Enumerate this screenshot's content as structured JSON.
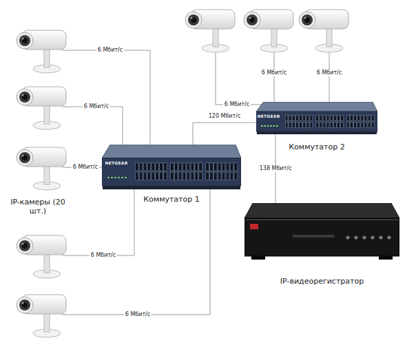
{
  "diagram": {
    "nodes": [
      {
        "text": [
          "Коммутатор 1"
        ]
      },
      {
        "text": [
          "Коммутатор 2"
        ]
      },
      {
        "text": [
          "IP-видеорегистратор"
        ]
      }
    ],
    "edges": [
      {
        "from": 0,
        "to": 1,
        "arrow": "none",
        "label": "120 Мбит/с"
      },
      {
        "from": 1,
        "to": 2,
        "arrow": "none",
        "label": "138 Мбит/с"
      }
    ],
    "labels": [
      "IP-камеры (20 шт.)",
      "6 Мбит/с",
      "6 Мбит/с",
      "6 Мбит/с",
      "6 Мбит/с",
      "6 Мбит/с",
      "6 Мбит/с",
      "6 Мбит/с",
      "6 Мбит/с",
      "NETGEAR",
      "NETGEAR"
    ]
  }
}
